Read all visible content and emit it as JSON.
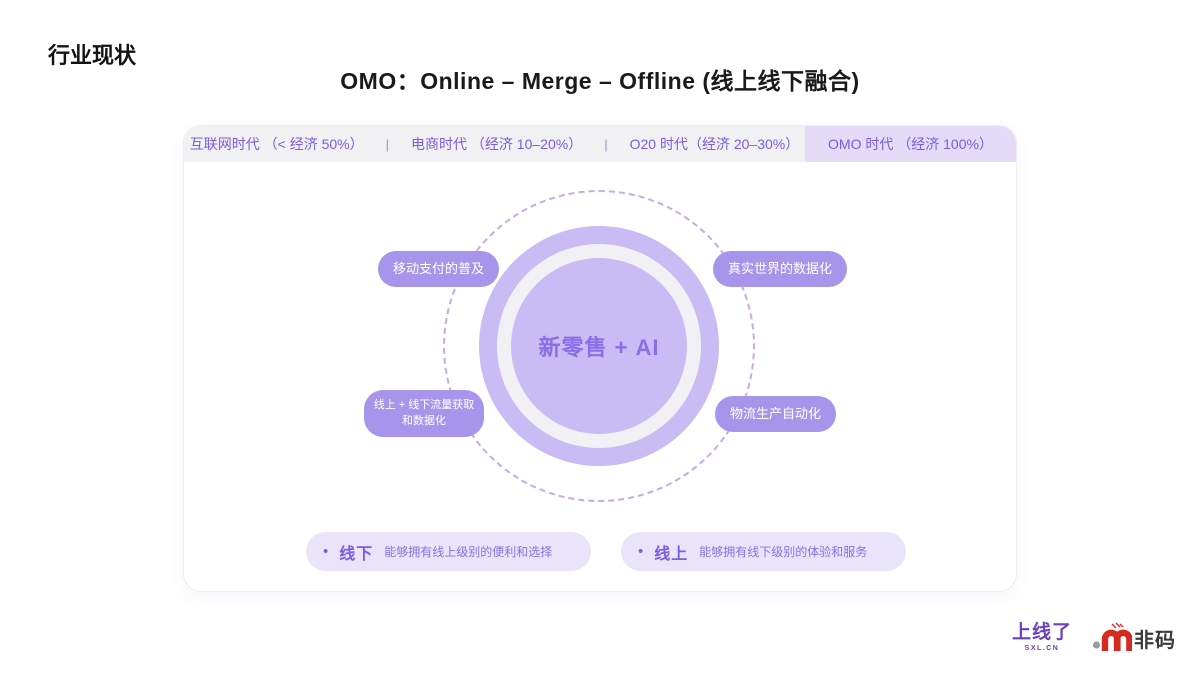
{
  "page": {
    "heading": "行业现状",
    "title": "OMO：Online – Merge – Offline (线上线下融合)"
  },
  "tabs": {
    "separator": "|",
    "items": [
      {
        "label": "互联网时代 （< 经济 50%）",
        "active": false
      },
      {
        "label": "电商时代 （经济 10–20%）",
        "active": false
      },
      {
        "label": "O20 时代（经济 20–30%）",
        "active": false
      },
      {
        "label": "OMO 时代 （经济 100%）",
        "active": true
      }
    ]
  },
  "diagram": {
    "center_label": "新零售 + AI",
    "factors": [
      {
        "line1": "移动支付的普及",
        "line2": "",
        "position": "top-left"
      },
      {
        "line1": "真实世界的数据化",
        "line2": "",
        "position": "top-right"
      },
      {
        "line1": "线上 + 线下流量获取",
        "line2": "和数据化",
        "position": "bottom-left"
      },
      {
        "line1": "物流生产自动化",
        "line2": "",
        "position": "bottom-right"
      }
    ]
  },
  "benefits": [
    {
      "bullet": "•",
      "title": "线下",
      "desc": "能够拥有线上级别的便利和选择"
    },
    {
      "bullet": "•",
      "title": "线上",
      "desc": "能够拥有线下级别的体验和服务"
    }
  ],
  "logos": {
    "sxl": {
      "name": "上线了",
      "sub": "SXL.CN"
    },
    "feima": {
      "name": "非码"
    }
  },
  "colors": {
    "accent_purple": "#7a5ce6",
    "active_tab_bg": "#e3dbf8",
    "tabbar_bg": "#f1f0f3",
    "factor_pill_bg": "#a795ec",
    "circle_fill": "#c9bbf4",
    "circle_ring": "#f1f0f4",
    "dashed_circle": "#c7abe3",
    "benefit_pill_bg": "#eae4fb",
    "center_text": "#8a6de9",
    "sxl_logo": "#6b3fbf",
    "feima_red": "#d42a20"
  }
}
